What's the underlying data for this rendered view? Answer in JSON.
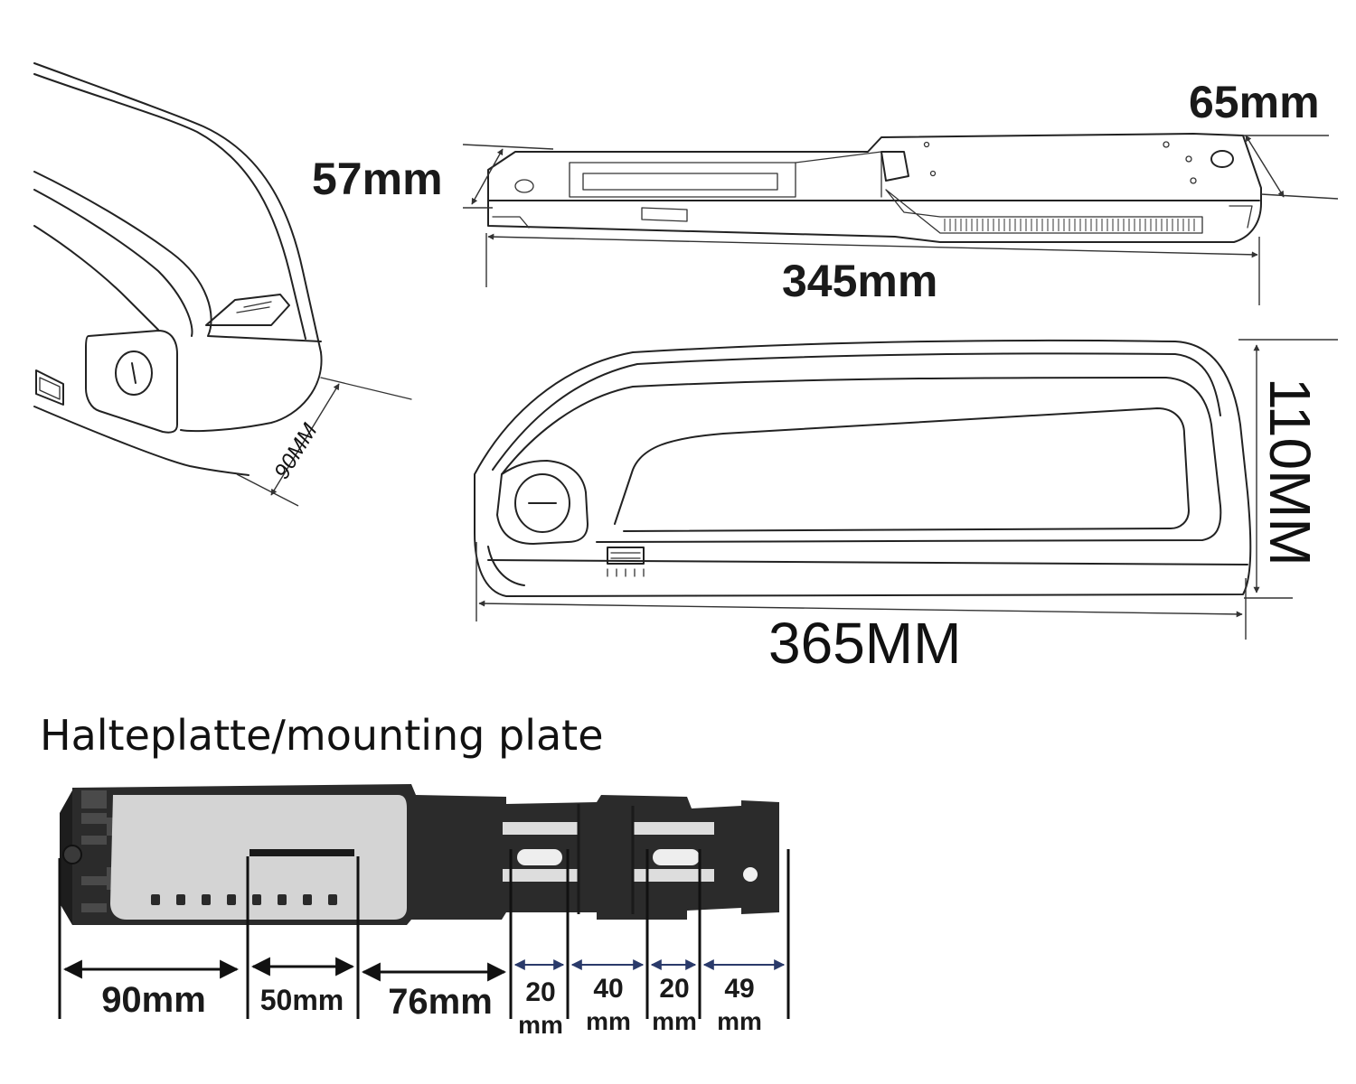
{
  "colors": {
    "line": "#222222",
    "plate_body": "#2b2b2b",
    "plate_panel": "#d9d9d9",
    "arrow_blue": "#2a3a6a"
  },
  "views": {
    "end_view": {
      "width_label": "90MM"
    },
    "top_view": {
      "height_label": "57mm",
      "width_label": "65mm",
      "length_label": "345mm"
    },
    "side_view": {
      "height_label": "110MM",
      "length_label": "365MM"
    }
  },
  "mounting_plate": {
    "title": "Halteplatte/mounting plate",
    "segments": [
      {
        "value": "90mm",
        "unit": ""
      },
      {
        "value": "50mm",
        "unit": ""
      },
      {
        "value": "76mm",
        "unit": ""
      },
      {
        "value": "20",
        "unit": "mm"
      },
      {
        "value": "40",
        "unit": "mm"
      },
      {
        "value": "20",
        "unit": "mm"
      },
      {
        "value": "49",
        "unit": "mm"
      }
    ]
  }
}
